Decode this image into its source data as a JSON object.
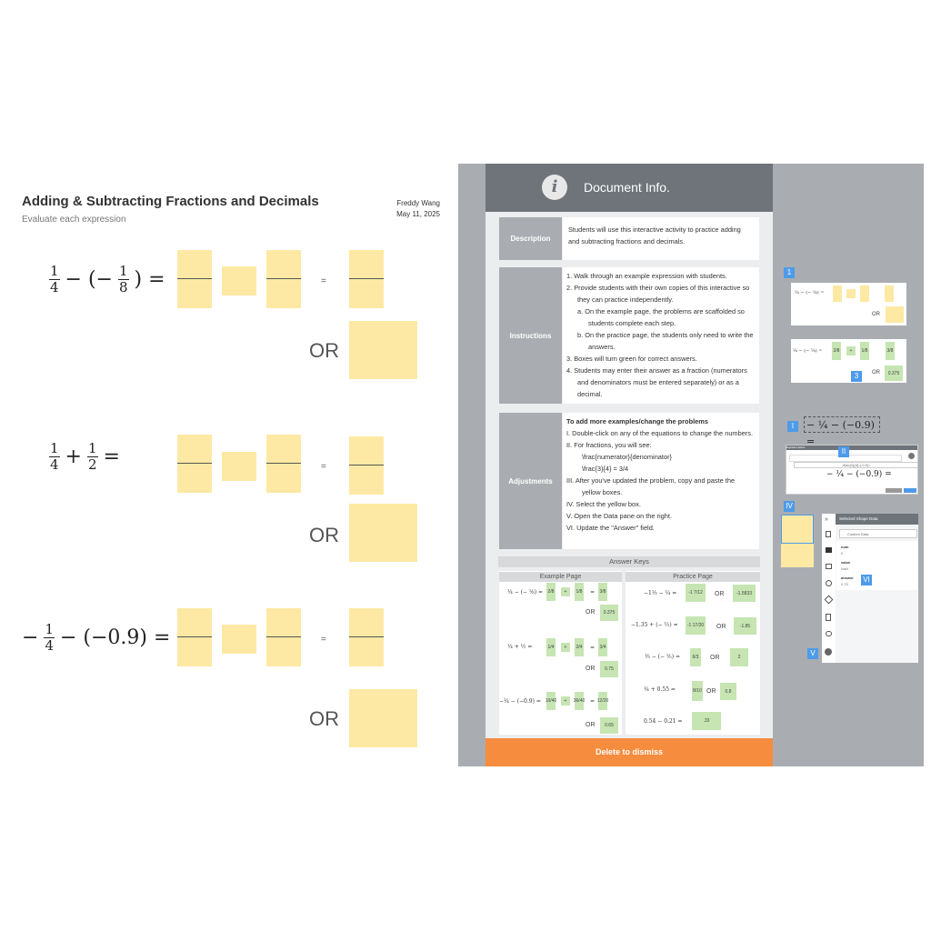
{
  "worksheet": {
    "title": "Adding & Subtracting Fractions and Decimals",
    "subtitle": "Evaluate each expression",
    "author": "Freddy Wang",
    "date": "May 11, 2025",
    "equals_small": "=",
    "or_label": "OR",
    "problems": [
      {
        "prefix": "",
        "n1": "1",
        "d1": "4",
        "op": "− (−",
        "n2": "1",
        "d2": "8",
        "suffix": ") ="
      },
      {
        "prefix": "",
        "n1": "1",
        "d1": "4",
        "op": "+",
        "n2": "1",
        "d2": "2",
        "suffix": "="
      },
      {
        "prefix": "−",
        "n1": "1",
        "d1": "4",
        "op": "− (−0.9) =",
        "n2": "",
        "d2": "",
        "suffix": ""
      }
    ]
  },
  "doc_info": {
    "title": "Document Info.",
    "icon": "info-icon",
    "description_label": "Description",
    "description_text": "Students will use this interactive activity to practice adding and subtracting fractions and decimals.",
    "instructions_label": "Instructions",
    "instructions": [
      "1.  Walk through an example expression with students.",
      "2.  Provide students with their own copies of this interactive so they can practice independently.",
      "a.  On the example page, the problems are scaffolded so students complete each step.",
      "b.  On the practice page, the students only need to write the answers.",
      "3.  Boxes will turn green for correct answers.",
      "4.  Students may enter their answer as a fraction (numerators and denominators must be entered separately) or as a decimal."
    ],
    "adjustments_label": "Adjustments",
    "adjustments_heading": "To add more examples/change the problems",
    "adjustments": [
      "I.    Double-click on any of the equations to change the numbers.",
      "II.   For fractions, you will see:",
      "\\frac{numerator}{denominator}",
      "\\frac{3}{4} = 3/4",
      "III.  After you've updated the problem, copy and paste the yellow boxes.",
      "IV.  Select the yellow box.",
      "V.   Open the Data pane on the right.",
      "VI.  Update the \"Answer\" field."
    ],
    "answer_keys_label": "Answer Keys",
    "example_page_label": "Example Page",
    "practice_page_label": "Practice Page",
    "example": {
      "r1": {
        "expr": "¼ − (− ⅛) =",
        "a": "2/8",
        "op": "+",
        "b": "1/8",
        "eq": "=",
        "c": "3/8",
        "or": "OR",
        "dec": "0.375"
      },
      "r2": {
        "expr": "¼ + ½ =",
        "a": "1/4",
        "op": "+",
        "b": "2/4",
        "eq": "=",
        "c": "3/4",
        "or": "OR",
        "dec": "0.75"
      },
      "r3": {
        "expr": "−¼ − (−0.9) =",
        "a": "10/40",
        "op": "+",
        "b": "36/40",
        "eq": "=",
        "c": "12/20",
        "or": "OR",
        "dec": "0.65"
      }
    },
    "practice": [
      {
        "expr": "−1⅓ − ¼ =",
        "ans": "-1 7/12",
        "or": "OR",
        "dec": "-1.5833"
      },
      {
        "expr": "−1.35 + (− ½) =",
        "ans": "-1 17/20",
        "or": "OR",
        "dec": "-1.85"
      },
      {
        "expr": "⅓ − (− ⅕) =",
        "ans": "6/3",
        "or": "OR",
        "dec": "2"
      },
      {
        "expr": "¼ + 0.55 =",
        "ans": "8/10",
        "or": "OR",
        "dec": "0.8"
      },
      {
        "expr": "0.54 − 0.21 =",
        "ans": "",
        "or": "",
        "dec": ".33"
      }
    ],
    "dismiss_label": "Delete to dismiss"
  },
  "illustrations": {
    "tag_1": "1",
    "tag_3": "3",
    "thumb_or": "OR",
    "thumb2_dec": "0.375",
    "tag_I": "I",
    "tag_II": "II",
    "tag_IV": "IV",
    "tag_V": "V",
    "tag_VI": "VI",
    "eq_big": "− ¼ − (−0.9) =",
    "dialog_title": "Equation Editor",
    "dialog_preview": "− ¼ − (−0.9) =",
    "dialog_input": "-\\frac{1}{4}-(-0.9)=",
    "side_title": "Selected Shape Data",
    "side_custom": "Custom Data",
    "fields": [
      {
        "k": "num",
        "v": "0"
      },
      {
        "k": "value",
        "v": "NaN"
      },
      {
        "k": "answer",
        "v": "0.75"
      }
    ]
  }
}
